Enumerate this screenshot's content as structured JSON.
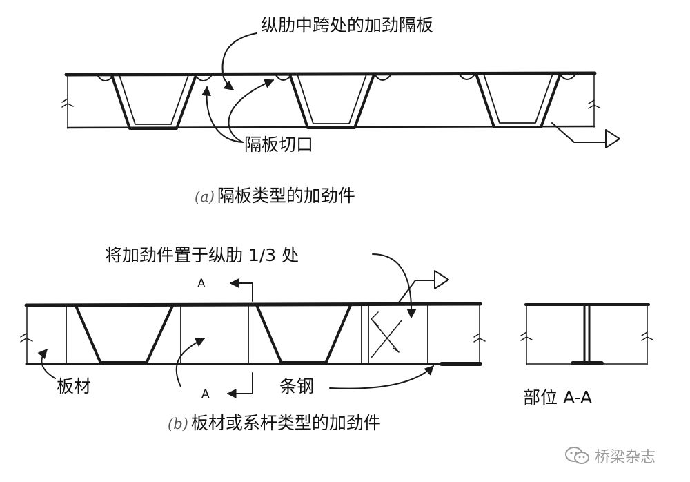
{
  "diagram_a": {
    "title": "纵肋中跨处的加劲隔板",
    "cutout_label": "隔板切口",
    "caption_tag": "(a)",
    "caption": "隔板类型的加劲件"
  },
  "diagram_b": {
    "third_label": "将加劲件置于纵肋 1/3 处",
    "section_mark_top": "A",
    "section_mark_bottom": "A",
    "plate_label": "板材",
    "strip_label": "条钢",
    "section_label": "部位 A-A",
    "caption_tag": "(b)",
    "caption": "板材或系杆类型的加劲件"
  },
  "watermark": {
    "icon": "wechat-icon",
    "text": "桥梁杂志"
  },
  "colors": {
    "line": "#1a1a1a",
    "watermark": "#9a9a9a"
  }
}
